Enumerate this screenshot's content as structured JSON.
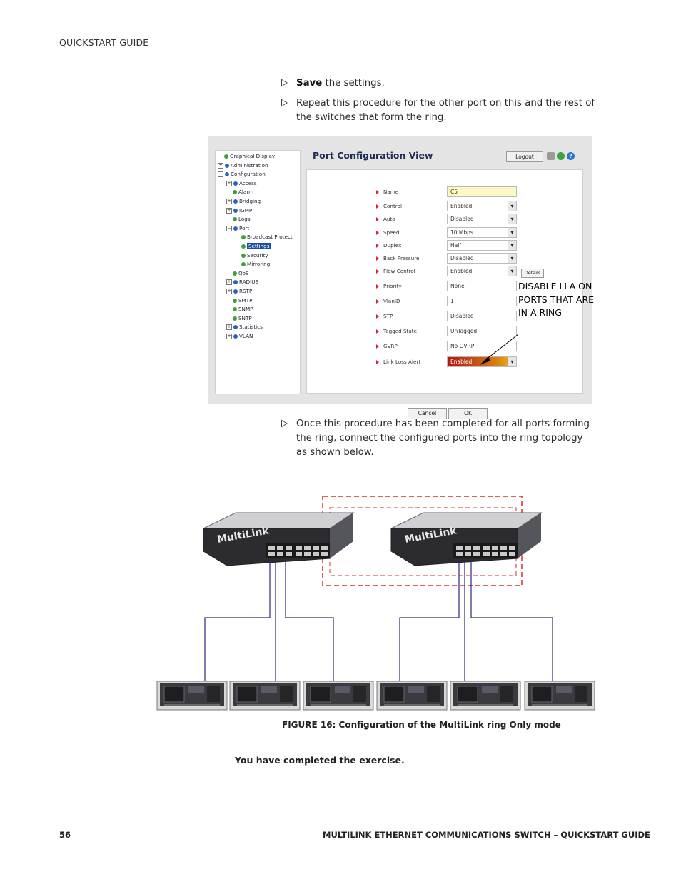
{
  "header": {
    "running_title": "QUICKSTART GUIDE"
  },
  "steps": [
    {
      "bold": "Save",
      "text": " the settings."
    },
    {
      "bold": "",
      "text": "Repeat this procedure for the other port on this and the rest of the switches that form the ring."
    },
    {
      "bold": "",
      "text": "Once this procedure has been completed for all ports forming the ring, connect the configured ports into the ring topology as shown below."
    }
  ],
  "screenshot": {
    "title": "Port Configuration View",
    "logout": "Logout",
    "tree": [
      {
        "label": "Graphical Display",
        "level": 0,
        "expander": "",
        "dot": "green"
      },
      {
        "label": "Administration",
        "level": 0,
        "expander": "+",
        "dot": "blue"
      },
      {
        "label": "Configuration",
        "level": 0,
        "expander": "-",
        "dot": "blue"
      },
      {
        "label": "Access",
        "level": 1,
        "expander": "+",
        "dot": "blue"
      },
      {
        "label": "Alarm",
        "level": 1,
        "expander": "",
        "dot": "green"
      },
      {
        "label": "Bridging",
        "level": 1,
        "expander": "+",
        "dot": "blue"
      },
      {
        "label": "IGMP",
        "level": 1,
        "expander": "+",
        "dot": "blue"
      },
      {
        "label": "Logs",
        "level": 1,
        "expander": "",
        "dot": "green"
      },
      {
        "label": "Port",
        "level": 1,
        "expander": "-",
        "dot": "blue"
      },
      {
        "label": "Broadcast Protect",
        "level": 2,
        "expander": "",
        "dot": "green"
      },
      {
        "label": "Settings",
        "level": 2,
        "expander": "",
        "dot": "green",
        "selected": true
      },
      {
        "label": "Security",
        "level": 2,
        "expander": "",
        "dot": "green"
      },
      {
        "label": "Mirroring",
        "level": 2,
        "expander": "",
        "dot": "green"
      },
      {
        "label": "QoS",
        "level": 1,
        "expander": "",
        "dot": "green"
      },
      {
        "label": "RADIUS",
        "level": 1,
        "expander": "+",
        "dot": "blue"
      },
      {
        "label": "RSTP",
        "level": 1,
        "expander": "+",
        "dot": "blue"
      },
      {
        "label": "SMTP",
        "level": 1,
        "expander": "",
        "dot": "green"
      },
      {
        "label": "SNMP",
        "level": 1,
        "expander": "",
        "dot": "green"
      },
      {
        "label": "SNTP",
        "level": 1,
        "expander": "",
        "dot": "green"
      },
      {
        "label": "Statistics",
        "level": 1,
        "expander": "+",
        "dot": "blue"
      },
      {
        "label": "VLAN",
        "level": 1,
        "expander": "+",
        "dot": "blue"
      }
    ],
    "fields": [
      {
        "label": "Name",
        "value": "C5",
        "kind": "text-yellow"
      },
      {
        "label": "Control",
        "value": "Enabled",
        "kind": "select"
      },
      {
        "label": "Auto",
        "value": "Disabled",
        "kind": "select"
      },
      {
        "label": "Speed",
        "value": "10 Mbps",
        "kind": "select"
      },
      {
        "label": "Duplex",
        "value": "Half",
        "kind": "select"
      },
      {
        "label": "Back Pressure",
        "value": "Disabled",
        "kind": "select"
      },
      {
        "label": "Flow Control",
        "value": "Enabled",
        "kind": "select"
      },
      {
        "label": "Priority",
        "value": "None",
        "kind": "text"
      },
      {
        "label": "VlanID",
        "value": "1",
        "kind": "text"
      },
      {
        "label": "STP",
        "value": "Disabled",
        "kind": "text"
      },
      {
        "label": "Tagged State",
        "value": "UnTagged",
        "kind": "text"
      },
      {
        "label": "GVRP",
        "value": "No GVRP",
        "kind": "text"
      },
      {
        "label": "Link Loss Alert",
        "value": "Enabled",
        "kind": "select-alert"
      }
    ],
    "details": "Details",
    "cancel": "Cancel",
    "ok": "OK",
    "callout": "DISABLE LLA ON PORTS THAT ARE IN A RING"
  },
  "figure": {
    "caption": "FIGURE 16: Configuration of the MultiLink ring Only mode",
    "switch_label": "MultiLink",
    "ring_color": "#dd2a2a",
    "link_color": "#2a2a7a"
  },
  "completion": "You have completed the exercise.",
  "footer": {
    "page_number": "56",
    "title": "MULTILINK ETHERNET COMMUNICATIONS SWITCH – QUICKSTART GUIDE"
  }
}
